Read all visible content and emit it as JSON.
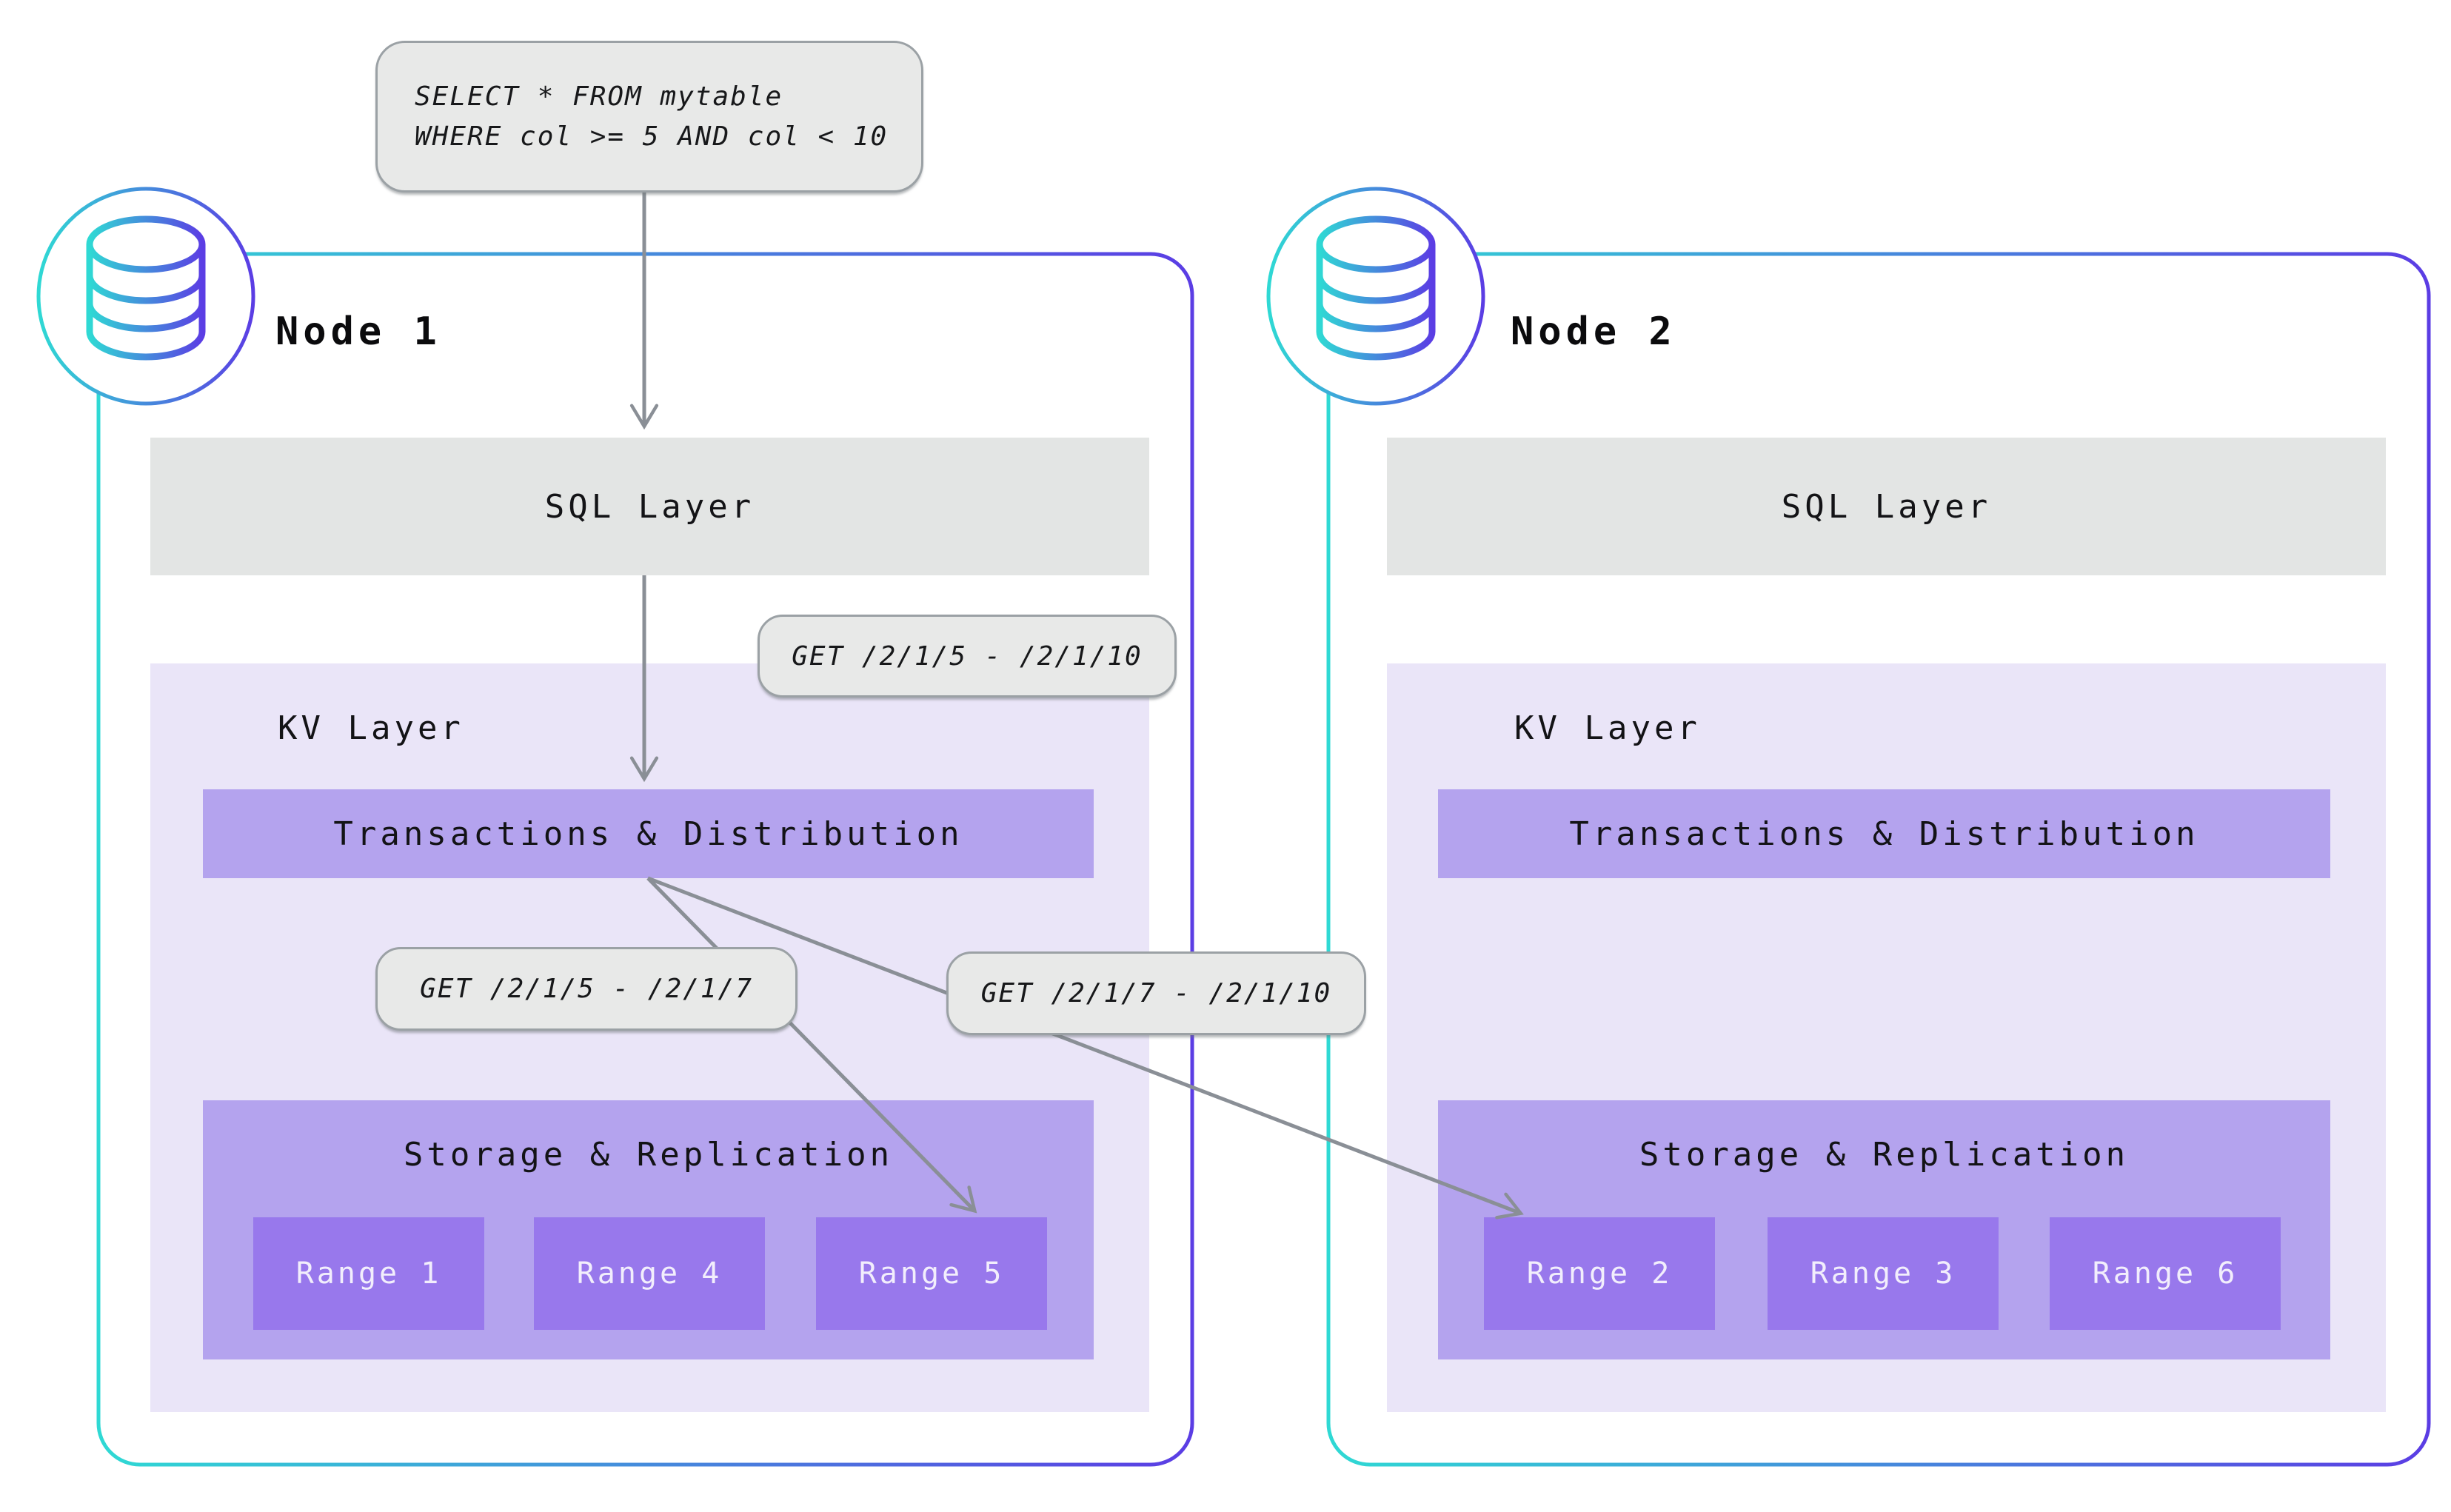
{
  "query_box": {
    "lines": [
      "SELECT * FROM mytable",
      "WHERE col >= 5 AND col < 10"
    ]
  },
  "kv_requests": {
    "sql_to_kv": "GET /2/1/5 - /2/1/10",
    "local_range": "GET /2/1/5 - /2/1/7",
    "remote_range": "GET /2/1/7 - /2/1/10"
  },
  "nodes": [
    {
      "name": "Node 1",
      "sql_layer_label": "SQL Layer",
      "kv_layer_label": "KV Layer",
      "transactions_label": "Transactions & Distribution",
      "storage_label": "Storage & Replication",
      "ranges": [
        "Range 1",
        "Range 4",
        "Range 5"
      ]
    },
    {
      "name": "Node 2",
      "sql_layer_label": "SQL Layer",
      "kv_layer_label": "KV Layer",
      "transactions_label": "Transactions & Distribution",
      "storage_label": "Storage & Replication",
      "ranges": [
        "Range 2",
        "Range 3",
        "Range 6"
      ]
    }
  ],
  "icons": {
    "node_badge": "database-icon"
  },
  "colors": {
    "border-start": "#2fd9d4",
    "border-end": "#5b3de4",
    "arrow": "#8a8f96",
    "sql-layer-bg": "#e3e5e4",
    "label-bg": "#e8e9e8",
    "label-border": "#9ba1a5",
    "kv-bg": "#eae5f8",
    "purple-mid": "#b4a3ee",
    "purple-range": "#9878ec",
    "range-text": "#f2eefc",
    "text-dark": "#131316"
  }
}
